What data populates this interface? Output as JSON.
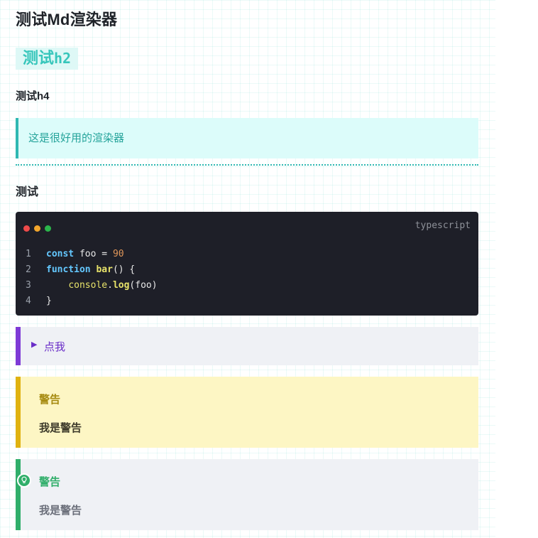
{
  "doc": {
    "title": "测试Md渲染器",
    "h2_prefix": "测试",
    "h2_code": "h2",
    "h4": "测试h4",
    "blockquote": "这是很好用的渲染器",
    "h3": "测试"
  },
  "code_block": {
    "language": "typescript",
    "window_dots": [
      "#ee4a4a",
      "#f2a52c",
      "#2bb54b"
    ],
    "lines": [
      {
        "n": "1",
        "tokens": [
          [
            "kw",
            "const"
          ],
          [
            "plain",
            " foo = "
          ],
          [
            "num",
            "90"
          ]
        ]
      },
      {
        "n": "2",
        "tokens": [
          [
            "kw",
            "function"
          ],
          [
            "plain",
            " "
          ],
          [
            "fn",
            "bar"
          ],
          [
            "plain",
            "() {"
          ]
        ]
      },
      {
        "n": "3",
        "tokens": [
          [
            "plain",
            "    "
          ],
          [
            "obj",
            "console"
          ],
          [
            "plain",
            "."
          ],
          [
            "fn",
            "log"
          ],
          [
            "plain",
            "(foo)"
          ]
        ]
      },
      {
        "n": "4",
        "tokens": [
          [
            "plain",
            "}"
          ]
        ]
      }
    ]
  },
  "details": {
    "summary": "点我",
    "icon": "triangle-right-icon"
  },
  "warning": {
    "title": "警告",
    "body": "我是警告"
  },
  "tip": {
    "title": "警告",
    "body": "我是警告",
    "icon": "lightbulb-icon"
  },
  "colors": {
    "accent_teal": "#2fb8b2",
    "details_purple": "#7e3ad6",
    "warning_yellow": "#e0b210",
    "tip_green": "#30ae6a"
  }
}
